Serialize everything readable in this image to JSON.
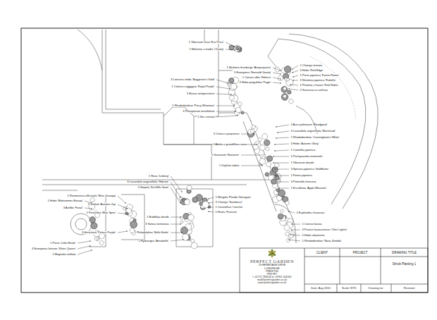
{
  "diagram": {
    "nodes": [
      {
        "text": [
          "PERFECT GARDEN",
          "23 HERMITAGE DRIVE",
          "LONGRIDGE",
          "PRESTON",
          "PR3 3FT",
          "t. 01772 786134 m. 07951 541342",
          "mail@perfectgarden.co.uk",
          "www.perfectgarden.co.uk"
        ]
      },
      {
        "text": [
          "CLIENT"
        ]
      },
      {
        "text": [
          "PROJECT"
        ]
      },
      {
        "text": [
          "DRAWING TITLE",
          "Shrub Planting 1"
        ]
      },
      {
        "text": [
          "Date: Aug 2010"
        ]
      },
      {
        "text": [
          "Scale: NTS"
        ]
      },
      {
        "text": [
          "Drawing no:"
        ]
      },
      {
        "text": [
          "Revision:"
        ]
      }
    ],
    "labels": [
      "1 Viburnum tinus 'Eve Price'",
      "1 Mahonia x media 'Charity'",
      "1 Choisya ternata",
      "3 Hebe 'Red Edge'",
      "1 Pieris japonica 'Forest Flame'",
      "3 Skimmia japonica 'Rubella'",
      "1 Photinia x fraseri 'Red Robin'",
      "2 Sarcococca confusa",
      "1 Berberis thunbergii 'Atropurpurea'",
      "3 Euonymus 'Emerald Gaiety'",
      "1 Cornus alba 'Sibirica'",
      "3 Hebe pinguifolia 'Pagei'",
      "3 Lonicera nitida 'Baggesen's Gold'",
      "1 Cotinus coggygria 'Royal Purple'",
      "5 Buxus sempervirens",
      "1 Rhododendron 'Percy Wiseman'",
      "3 Pittosporum tenuifolium",
      "1 Ilex crenata",
      "1 Acer palmatum 'Bloodgood'",
      "3 Lavandula angustifolia 'Munstead'",
      "1 Rhododendron 'Cunningham's White'",
      "3 Hebe 'Autumn Glory'",
      "1 Camellia japonica",
      "5 Pachysandra terminalis",
      "1 Viburnum davidii",
      "3 Spiraea japonica 'Goldflame'",
      "1 Fatsia japonica",
      "3 Potentilla fruticosa",
      "1 Escallonia 'Apple Blossom'",
      "3 Cistus x purpureus",
      "1 Abelia x grandiflora",
      "5 Geranium 'Rozanne'",
      "1 Daphne odora",
      "1 Rosa 'Iceberg'",
      "3 Lavandula angustifolia 'Hidcote'",
      "5 Nepeta 'Six Hills Giant'",
      "1 Buddleja davidii",
      "3 Salvia nemorosa",
      "1 Philadelphus 'Belle Etoile'",
      "1 Hydrangea 'Annabelle'",
      "1 Weigela 'Florida Variegata'",
      "3 Choisya 'Sundance'",
      "1 Ceanothus 'Concha'",
      "5 Hosta 'Francee'",
      "1 Cornus kousa",
      "3 Prunus laurocerasus 'Otto Luyken'",
      "5 Hebe rakaiensis",
      "1 Rhododendron 'Nova Zembla'",
      "1 Euphorbia characias",
      "1 Rosmarinus officinalis 'Miss Jessopp'",
      "3 Sedum 'Autumn Joy'",
      "1 Perovskia 'Blue Spire'",
      "3 Heuchera 'Palace Purple'",
      "1 Hebe 'Midsummer Beauty'",
      "3 Astilbe 'Fanal'",
      "1 Pieris 'Little Heath'",
      "3 Euonymus fortunei 'Silver Queen'",
      "1 Magnolia stellata"
    ]
  }
}
